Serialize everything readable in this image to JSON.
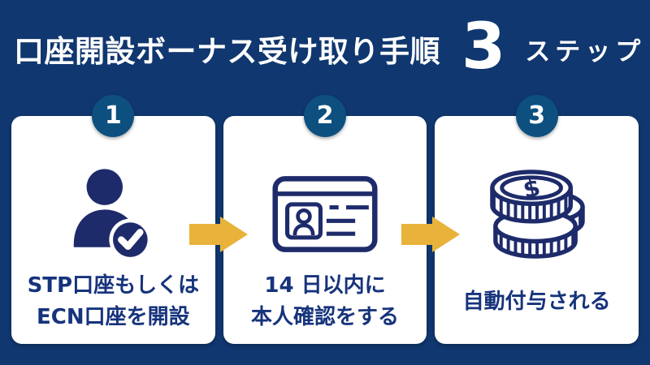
{
  "title": {
    "main": "口座開設ボーナス受け取り手順",
    "count": "3",
    "suffix": "ステップ"
  },
  "steps": [
    {
      "number": "1",
      "icon": "person-check-icon",
      "lines": [
        "STP口座もしくは",
        "ECN口座を開設"
      ]
    },
    {
      "number": "2",
      "icon": "id-card-icon",
      "lines": [
        "14 日以内に",
        "本人確認をする"
      ]
    },
    {
      "number": "3",
      "icon": "coins-icon",
      "lines": [
        "自動付与される"
      ]
    }
  ],
  "icons": {
    "dollar_sign": "$"
  },
  "colors": {
    "background": "#10376f",
    "card_background": "#ffffff",
    "number_circle": "#0d507f",
    "icon_navy": "#1e2b6b",
    "label_text": "#16337c",
    "arrow_gold": "#e8b23b",
    "title_text": "#ffffff"
  }
}
